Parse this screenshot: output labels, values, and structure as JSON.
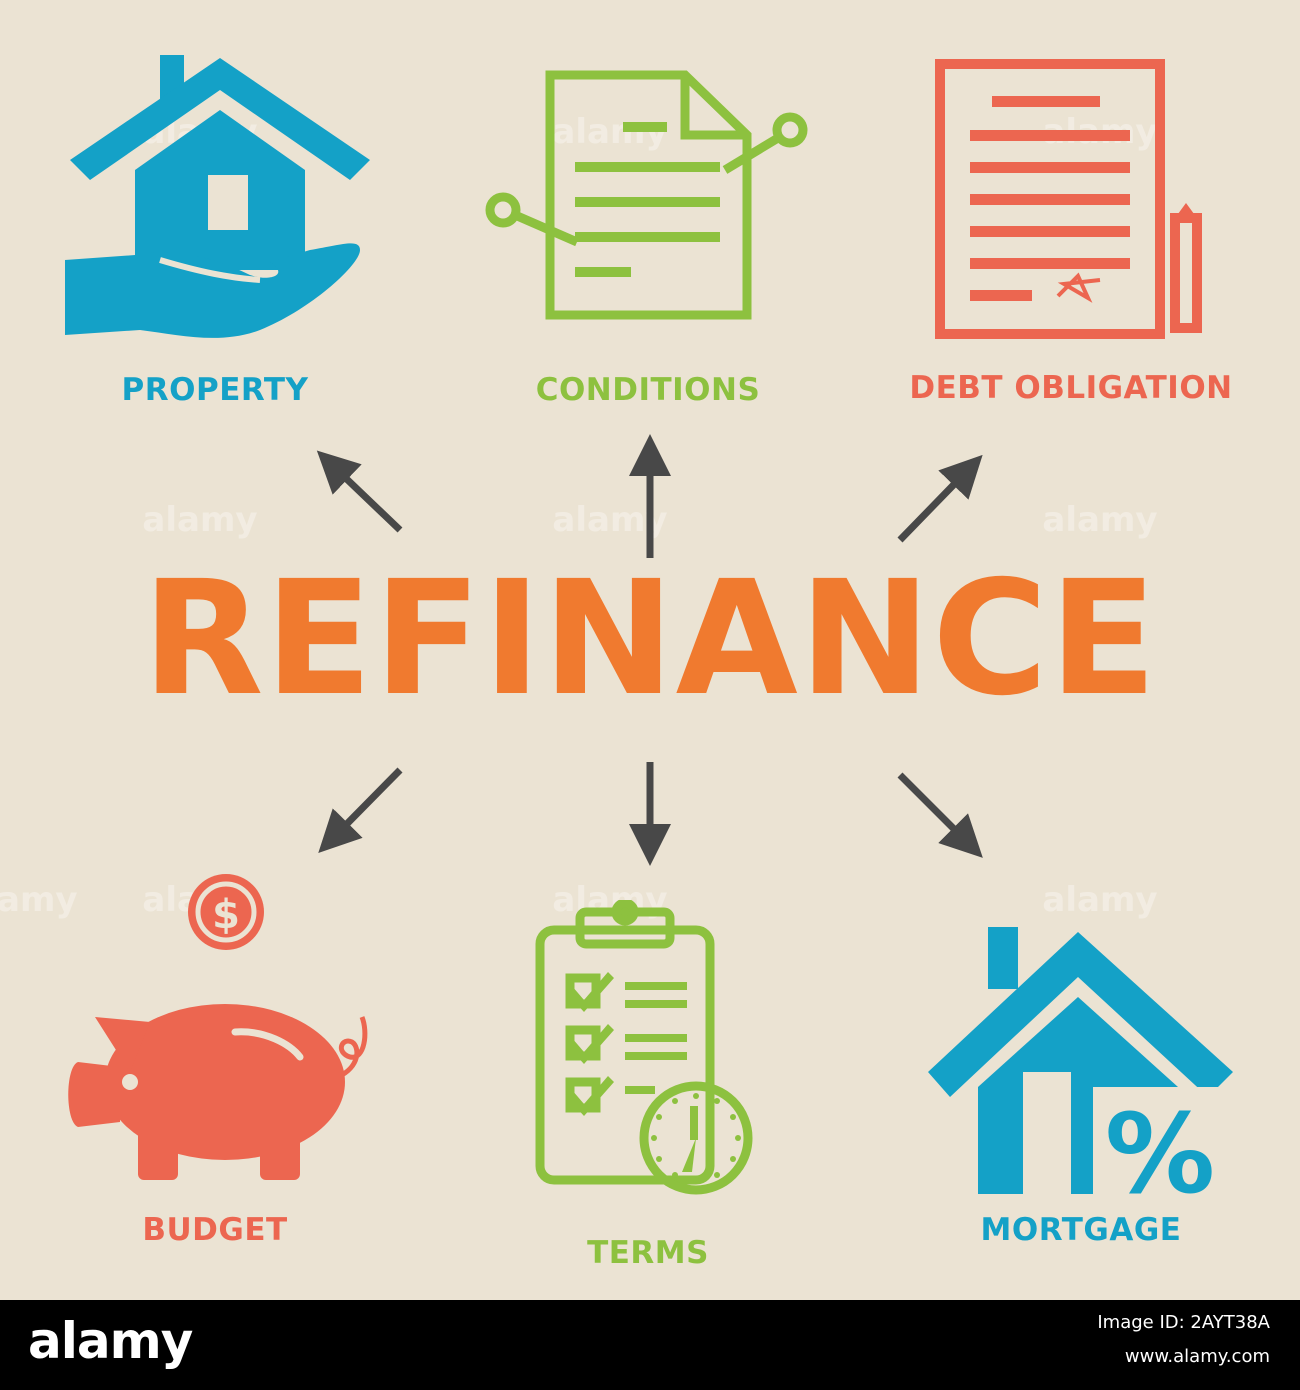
{
  "title": "REFINANCE",
  "colors": {
    "blue": "#14a1c7",
    "green": "#8dc13f",
    "red": "#ec6650",
    "orange": "#f07a2f",
    "arrow": "#484848",
    "background": "#ebe3d3"
  },
  "items": [
    {
      "label": "PROPERTY",
      "icon": "house-in-hand-icon",
      "color": "#14a1c7"
    },
    {
      "label": "CONDITIONS",
      "icon": "document-icon",
      "color": "#8dc13f"
    },
    {
      "label": "DEBT OBLIGATION",
      "icon": "signed-contract-icon",
      "color": "#ec6650"
    },
    {
      "label": "BUDGET",
      "icon": "piggy-bank-icon",
      "color": "#ec6650"
    },
    {
      "label": "TERMS",
      "icon": "checklist-clock-icon",
      "color": "#8dc13f"
    },
    {
      "label": "MORTGAGE",
      "icon": "house-percent-icon",
      "color": "#14a1c7"
    }
  ],
  "watermark": "alamy",
  "footer": {
    "brand": "alamy",
    "image_id": "Image ID: 2AYT38A",
    "site": "www.alamy.com"
  }
}
